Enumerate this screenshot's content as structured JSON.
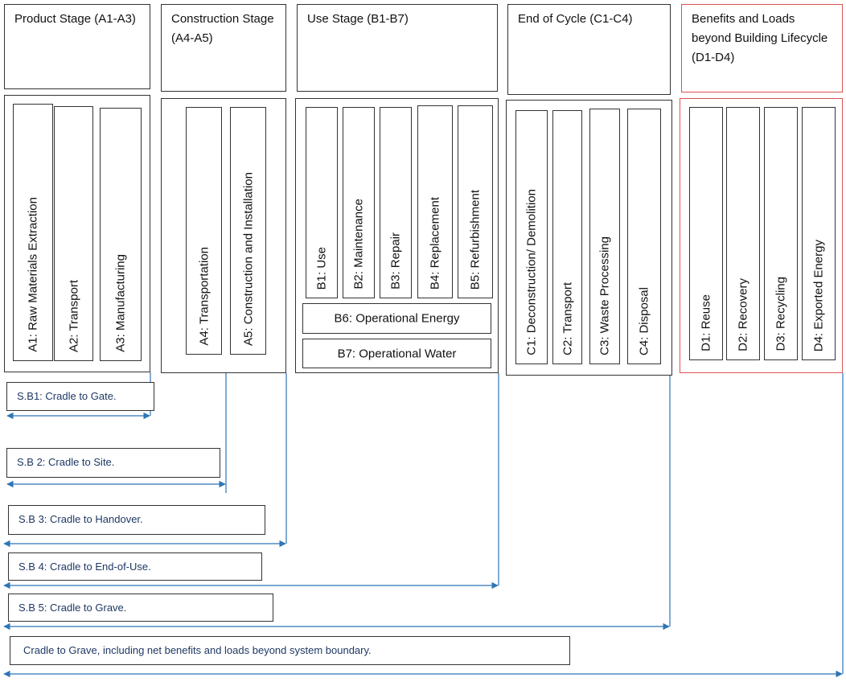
{
  "stages": [
    {
      "title": "Product Stage (A1-A3)",
      "modules": [
        "A1: Raw Materials Extraction",
        "A2: Transport",
        "A3: Manufacturing"
      ]
    },
    {
      "title": "Construction Stage (A4-A5)",
      "modules": [
        "A4: Transportation",
        "A5: Construction and Installation"
      ]
    },
    {
      "title": "Use Stage (B1-B7)",
      "modules": [
        "B1: Use",
        "B2: Maintenance",
        "B3: Repair",
        "B4: Replacement",
        "B5: Refurbishment"
      ],
      "horizontal_modules": [
        "B6: Operational Energy",
        "B7: Operational Water"
      ]
    },
    {
      "title": "End of Cycle (C1-C4)",
      "modules": [
        "C1: Deconstruction/ Demolition",
        "C2: Transport",
        "C3: Waste Processing",
        "C4: Disposal"
      ]
    },
    {
      "title": "Benefits and Loads beyond Building Lifecycle (D1-D4)",
      "modules": [
        "D1: Reuse",
        "D2: Recovery",
        "D3: Recycling",
        "D4: Exported Energy"
      ]
    }
  ],
  "boundaries": [
    "S.B1: Cradle to Gate.",
    "S.B 2: Cradle to Site.",
    "S.B 3: Cradle to Handover.",
    "S.B 4: Cradle to End-of-Use.",
    "S.B 5: Cradle to Grave.",
    "Cradle to Grave, including net benefits and loads beyond system boundary."
  ],
  "colors": {
    "arrow": "#2e75b6",
    "outline": "#333333",
    "highlight": "#d9534f",
    "boundary_text": "#1f3864"
  }
}
